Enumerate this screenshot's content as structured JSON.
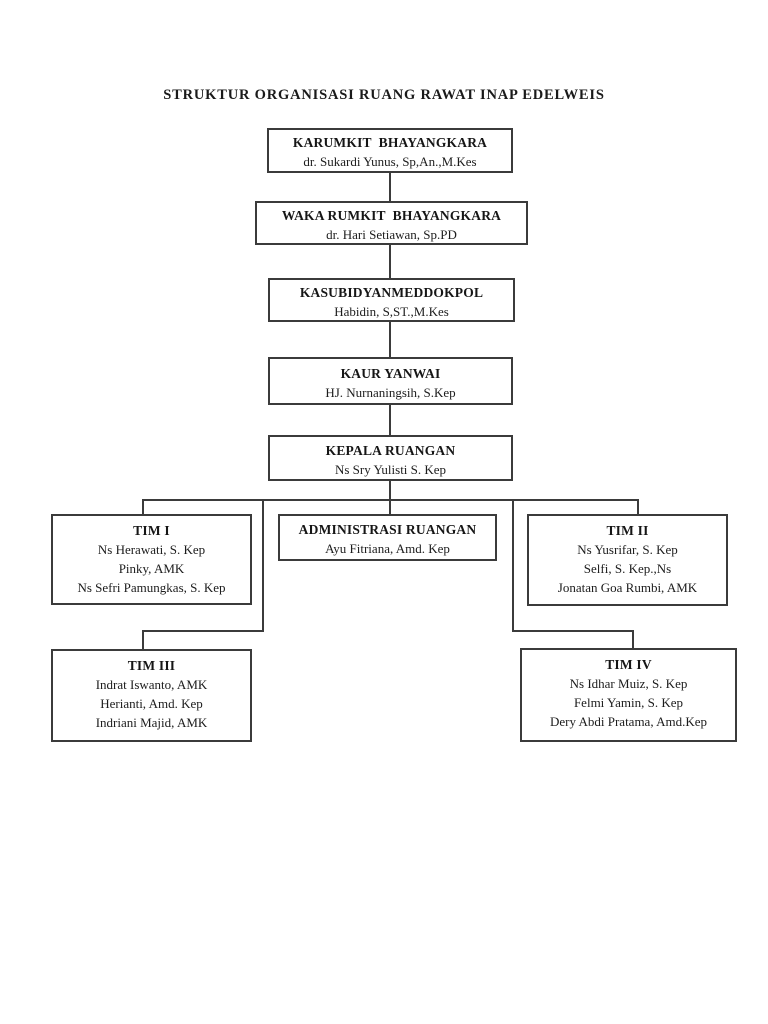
{
  "page_title": "STRUKTUR ORGANISASI RUANG RAWAT INAP EDELWEIS",
  "chart": {
    "line_color": "#3b3b3b",
    "nodes": {
      "karumkit": {
        "title": "KARUMKIT  BHAYANGKARA",
        "members": [
          "dr. Sukardi Yunus, Sp,An.,M.Kes"
        ]
      },
      "waka": {
        "title": "WAKA RUMKIT  BHAYANGKARA",
        "members": [
          "dr. Hari Setiawan, Sp.PD"
        ]
      },
      "kasubid": {
        "title": "KASUBIDYANMEDDOKPOL",
        "members": [
          "Habidin, S,ST.,M.Kes"
        ]
      },
      "kaur": {
        "title": "KAUR YANWAI",
        "members": [
          "HJ. Nurnaningsih, S.Kep"
        ]
      },
      "kepala": {
        "title": "KEPALA RUANGAN",
        "members": [
          "Ns Sry Yulisti S. Kep"
        ]
      },
      "tim1": {
        "title": "TIM I",
        "members": [
          "Ns Herawati, S. Kep",
          "Pinky, AMK",
          "Ns Sefri Pamungkas, S. Kep"
        ]
      },
      "admin": {
        "title": "ADMINISTRASI RUANGAN",
        "members": [
          "Ayu Fitriana, Amd. Kep"
        ]
      },
      "tim2": {
        "title": "TIM II",
        "members": [
          "Ns Yusrifar, S. Kep",
          "Selfi, S. Kep.,Ns",
          "Jonatan Goa Rumbi, AMK"
        ]
      },
      "tim3": {
        "title": "TIM III",
        "members": [
          "Indrat Iswanto, AMK",
          "Herianti, Amd. Kep",
          "Indriani Majid, AMK"
        ]
      },
      "tim4": {
        "title": "TIM IV",
        "members": [
          "Ns Idhar Muiz, S. Kep",
          "Felmi Yamin, S. Kep",
          "Dery Abdi Pratama, Amd.Kep"
        ]
      }
    }
  }
}
